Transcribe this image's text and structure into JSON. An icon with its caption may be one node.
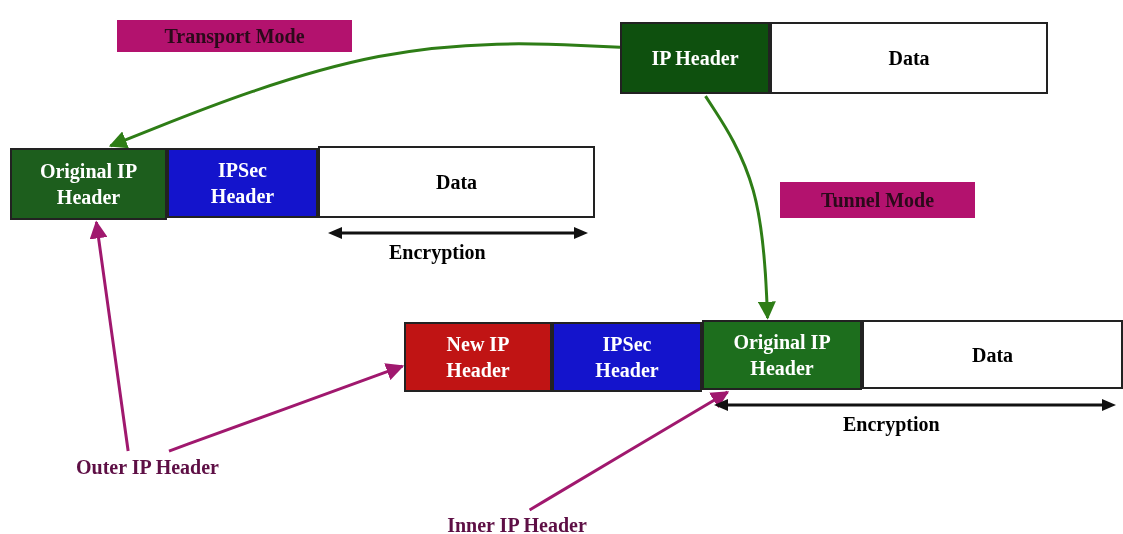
{
  "diagram": {
    "nodes": [
      {
        "text": [
          "Transport Mode"
        ]
      },
      {
        "text": [
          "IP Header"
        ]
      },
      {
        "text": [
          "Data"
        ]
      },
      {
        "text": [
          "Original IP Header"
        ]
      },
      {
        "text": [
          "IPSec Header"
        ]
      },
      {
        "text": [
          "Data"
        ]
      },
      {
        "text": [
          "Tunnel Mode"
        ]
      },
      {
        "text": [
          "New IP Header"
        ]
      },
      {
        "text": [
          "IPSec Header"
        ]
      },
      {
        "text": [
          "Original IP Header"
        ]
      },
      {
        "text": [
          "Data"
        ]
      },
      {
        "text": [
          "Outer IP Header"
        ]
      },
      {
        "text": [
          "Inner IP Header"
        ]
      }
    ],
    "edges": [
      {
        "from": 1,
        "to": 3,
        "arrow": "to",
        "color": "#2e7d16"
      },
      {
        "from": 1,
        "to": 9,
        "arrow": "to",
        "color": "#2e7d16"
      },
      {
        "from": 11,
        "to": 3,
        "arrow": "to",
        "color": "#a0186e"
      },
      {
        "from": 11,
        "to": 7,
        "arrow": "to",
        "color": "#a0186e"
      },
      {
        "from": 12,
        "to": 9,
        "arrow": "to",
        "color": "#a0186e"
      }
    ],
    "labels": [
      "Encryption",
      "Encryption"
    ]
  }
}
